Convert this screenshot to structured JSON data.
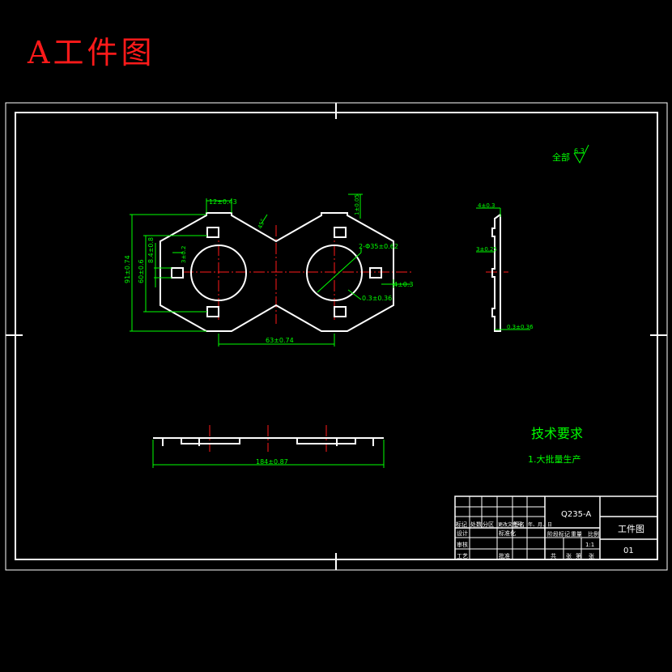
{
  "sheet_title": "A工件图",
  "surface_finish": {
    "label": "全部",
    "value": "6.3"
  },
  "dimensions": {
    "tab_width": "12±0.43",
    "tab_height": "1±0.05",
    "angle": "45°",
    "overall_height": "91±0.74",
    "slot_span": "60±0.6",
    "slot_size": "8.4±0.8",
    "small_w": "3±0.2",
    "holes": "2-Φ35±0.62",
    "slot_depth": "4±0.3",
    "slot_gap": "0.3±0.36",
    "center_dist": "63±0.74",
    "side_h": "4±0.3",
    "side_w": "3±0.25",
    "side_gap": "0.3±0.36",
    "total_length": "184±0.87"
  },
  "tech_requirements": {
    "title": "技术要求",
    "items": [
      "1.大批量生产"
    ]
  },
  "title_block": {
    "material": "Q235-A",
    "drawing_name": "工件图",
    "drawing_no": "01",
    "headers": [
      "标记",
      "处数",
      "分区",
      "更改文件号",
      "签名",
      "年、月、日"
    ],
    "rows": [
      "设计",
      "审核",
      "工艺"
    ],
    "row_values": [
      "标准化",
      "批准"
    ],
    "stage_labels": [
      "阶段标记",
      "重量",
      "比例"
    ],
    "scale": "1:1",
    "sheet_info": [
      "共",
      "张",
      "第",
      "张"
    ]
  }
}
